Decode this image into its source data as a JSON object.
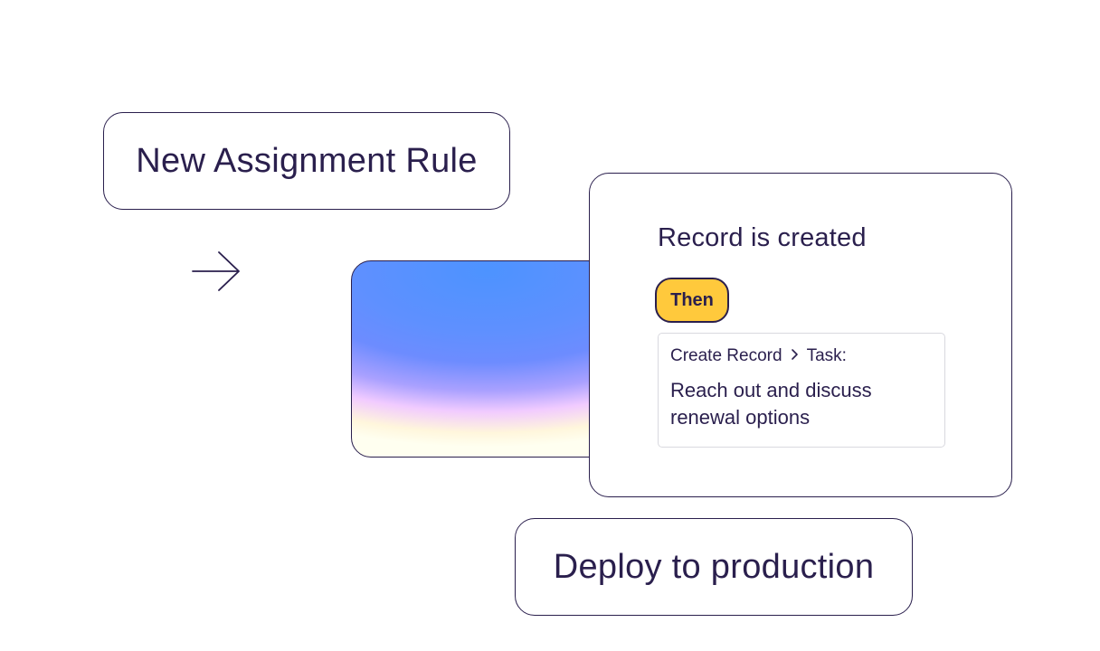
{
  "start_node": {
    "label": "New Assignment Rule"
  },
  "connector": {
    "icon": "arrow-right-icon"
  },
  "preview": {
    "gradient_colors": [
      "#4d93ff",
      "#6d8cff",
      "#f0c8ff",
      "#fffff0"
    ]
  },
  "rule_card": {
    "trigger": "Record is created",
    "then_label": "Then",
    "then_color": "#ffc93c",
    "action": {
      "type": "Create Record",
      "separator_icon": "chevron-right-icon",
      "target": "Task:",
      "description": "Reach out and discuss renewal options"
    }
  },
  "end_node": {
    "label": "Deploy to production"
  },
  "colors": {
    "ink": "#2a1f4d",
    "background": "#ffffff"
  }
}
